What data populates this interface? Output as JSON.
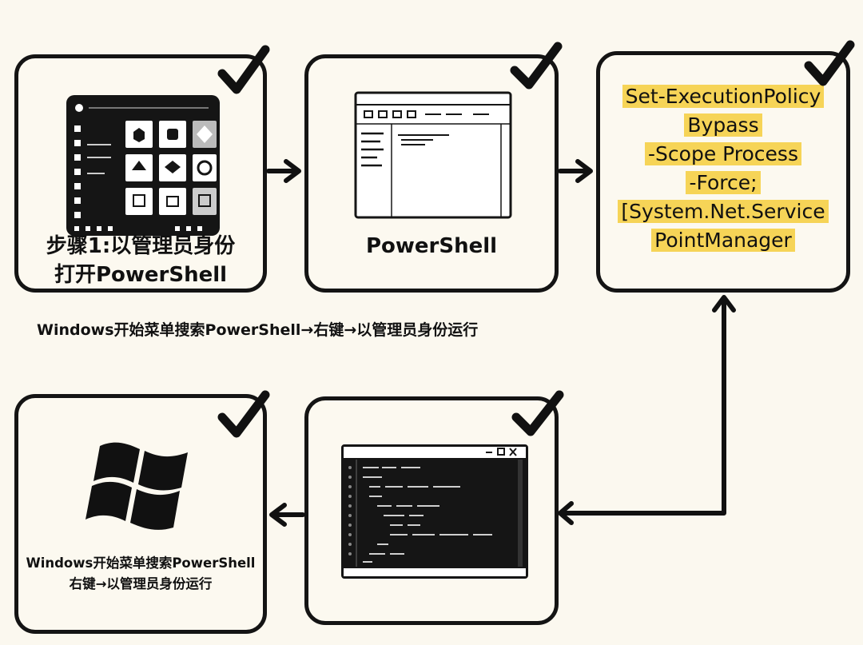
{
  "steps": {
    "step1": {
      "title_line1": "步骤1:以管理员身份",
      "title_line2": "打开PowerShell"
    },
    "step2": {
      "title": "PowerShell"
    },
    "step3": {
      "code_lines": [
        "Set-ExecutionPolicy",
        "Bypass",
        "-Scope Process",
        "-Force;",
        "[System.Net.Service",
        "PointManager"
      ],
      "highlight_color": "#f6d457"
    },
    "step4": {
      "text_line1": "Windows开始菜单搜索PowerShell",
      "text_line2": "右键→以管理员身份运行"
    }
  },
  "caption": "Windows开始菜单搜索PowerShell→右键→以管理员身份运行",
  "icons": [
    "check-icon",
    "start-menu-icon",
    "powershell-window-icon",
    "terminal-code-icon",
    "windows-logo-icon",
    "arrow-right-icon",
    "arrow-left-icon",
    "arrow-up-icon"
  ]
}
